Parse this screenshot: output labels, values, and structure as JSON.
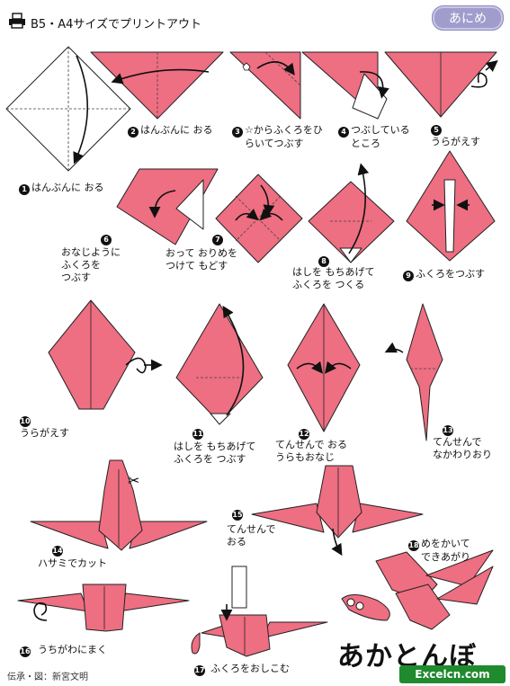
{
  "header": {
    "print_icon": "printer-icon",
    "print_text": "B5・A4サイズでプリントアウト",
    "badge": "あにめ"
  },
  "colors": {
    "paper_pink": "#ee6e82",
    "badge": "#a09ccc",
    "watermark": "#1f8a2e"
  },
  "steps": [
    {
      "n": "1",
      "text": "はんぶんに おる"
    },
    {
      "n": "2",
      "text": "はんぶんに おる"
    },
    {
      "n": "3",
      "line1": "☆からふくろをひ",
      "line2": "らいてつぶす"
    },
    {
      "n": "4",
      "line1": "つぶしている",
      "line2": "ところ"
    },
    {
      "n": "5",
      "text": "うらがえす"
    },
    {
      "n": "6",
      "line1": "おなじように",
      "line2": "ふくろを",
      "line3": "つぶす"
    },
    {
      "n": "7",
      "line1": "おって おりめを",
      "line2": "つけて もどす"
    },
    {
      "n": "8",
      "line1": "はしを もちあげて",
      "line2": "ふくろを つくる"
    },
    {
      "n": "9",
      "text": "ふくろをつぶす"
    },
    {
      "n": "10",
      "text": "うらがえす"
    },
    {
      "n": "11",
      "line1": "はしを もちあげて",
      "line2": "ふくろを つぶす"
    },
    {
      "n": "12",
      "line1": "てんせんで おる",
      "line2": "うらもおなじ"
    },
    {
      "n": "13",
      "line1": "てんせんで",
      "line2": "なかわりおり"
    },
    {
      "n": "14",
      "text": "ハサミでカット"
    },
    {
      "n": "15",
      "line1": "てんせんで",
      "line2": "おる"
    },
    {
      "n": "16",
      "text": "うちがわにまく"
    },
    {
      "n": "17",
      "text": "ふくろをおしこむ"
    },
    {
      "n": "18",
      "line1": "めをかいて",
      "line2": "できあがり"
    }
  ],
  "title": "あかとんぼ",
  "credit": "伝承・図：新宮文明",
  "watermark": "Excelcn.com"
}
